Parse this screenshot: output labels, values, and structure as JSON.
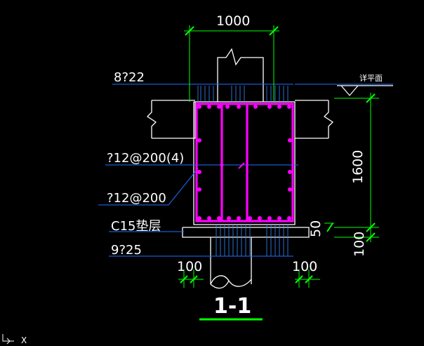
{
  "section_title": "1-1",
  "dimensions": {
    "top_width": "1000",
    "right_height": "1600",
    "right_offset": "50",
    "right_bottom": "100",
    "bottom_left": "100",
    "bottom_right": "100"
  },
  "labels": {
    "top_rebar": "8?22",
    "stirrup": "?12@200(4)",
    "side_rebar": "?12@200",
    "bedding": "C15垫层",
    "bottom_rebar": "9?25",
    "elevation": "详平面"
  },
  "ucs": {
    "axis_label": "X"
  },
  "colors": {
    "background": "#000000",
    "outline": "#ffffff",
    "rebar": "#ff00ff",
    "dimension": "#00ff00",
    "leader": "#1e6fff",
    "title_underline": "#00ff00"
  }
}
